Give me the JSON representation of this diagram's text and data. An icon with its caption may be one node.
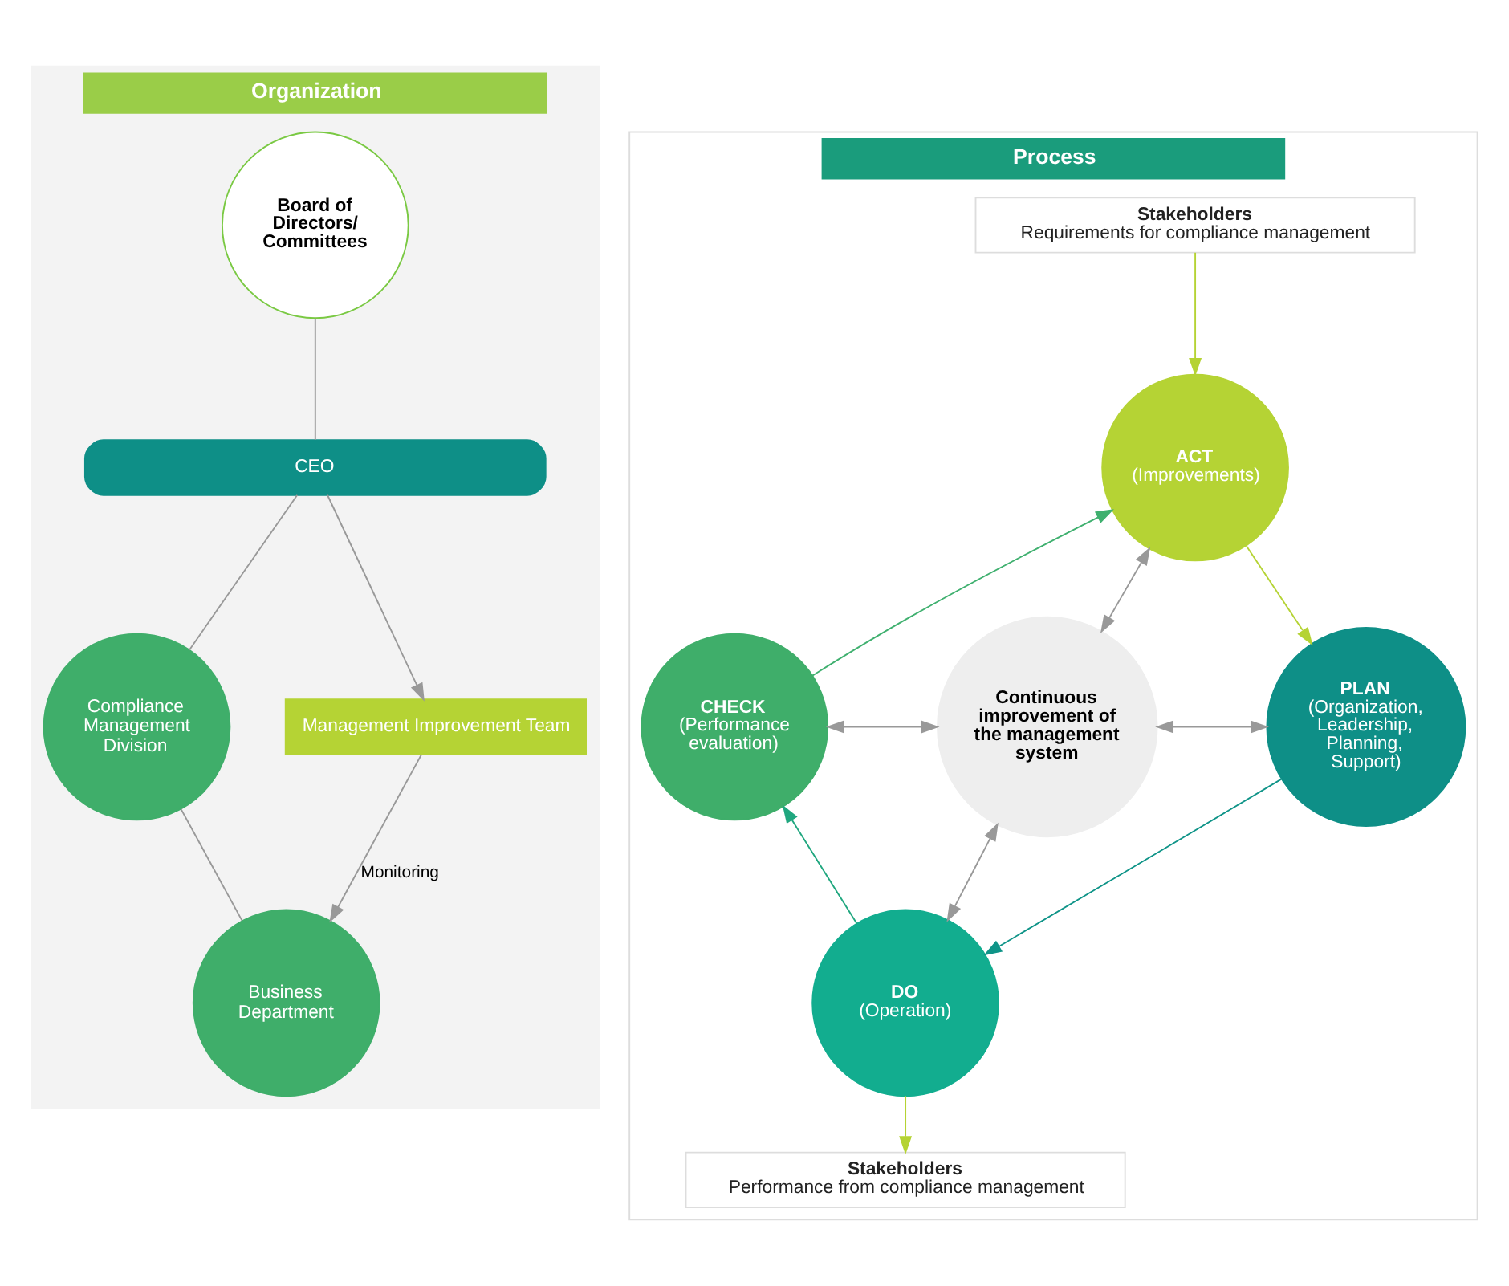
{
  "diagram": {
    "nodes": [
      {
        "text": [
          "Organization"
        ]
      },
      {
        "text": [
          "Board of Directors/ Committees"
        ],
        "in": 0
      },
      {
        "text": [
          "CEO"
        ],
        "in": 0
      },
      {
        "text": [
          "Compliance Management Division"
        ],
        "in": 0
      },
      {
        "text": [
          "Management Improvement Team"
        ],
        "in": 0
      },
      {
        "text": [
          "Business Department"
        ],
        "in": 0
      },
      {
        "text": [
          "Process"
        ]
      },
      {
        "text": [
          "Stakeholders",
          "Requirements for compliance management"
        ],
        "in": 6
      },
      {
        "text": [
          "ACT",
          "(Improvements)"
        ],
        "in": 6
      },
      {
        "text": [
          "CHECK",
          "(Performance evaluation)"
        ],
        "in": 6
      },
      {
        "text": [
          "Continuous improvement of the management system"
        ],
        "in": 6
      },
      {
        "text": [
          "PLAN",
          "(Organization, Leadership, Planning, Support)"
        ],
        "in": 6
      },
      {
        "text": [
          "DO",
          "(Operation)"
        ],
        "in": 6
      },
      {
        "text": [
          "Stakeholders",
          "Performance from compliance management"
        ],
        "in": 6
      }
    ],
    "edges": [
      {
        "from": 1,
        "to": 2,
        "arrow": "none"
      },
      {
        "from": 2,
        "to": 4,
        "arrow": "to"
      },
      {
        "from": 2,
        "to": 3,
        "arrow": "none"
      },
      {
        "from": 3,
        "to": 5,
        "arrow": "none"
      },
      {
        "from": 4,
        "to": 5,
        "arrow": "to",
        "label": "Monitoring"
      },
      {
        "from": 7,
        "to": 8,
        "arrow": "to",
        "color": "#b5d334"
      },
      {
        "from": 8,
        "to": 11,
        "arrow": "to",
        "color": "#b5d334"
      },
      {
        "from": 11,
        "to": 12,
        "arrow": "to",
        "color": "#0f9488"
      },
      {
        "from": 12,
        "to": 9,
        "arrow": "to",
        "color": "#20a77f"
      },
      {
        "from": 9,
        "to": 8,
        "arrow": "to",
        "color": "#3fb06f"
      },
      {
        "from": 10,
        "to": 8,
        "arrow": "both"
      },
      {
        "from": 10,
        "to": 11,
        "arrow": "both"
      },
      {
        "from": 10,
        "to": 12,
        "arrow": "both"
      },
      {
        "from": 10,
        "to": 9,
        "arrow": "both"
      },
      {
        "from": 12,
        "to": 13,
        "arrow": "to",
        "color": "#b5d334"
      }
    ]
  }
}
